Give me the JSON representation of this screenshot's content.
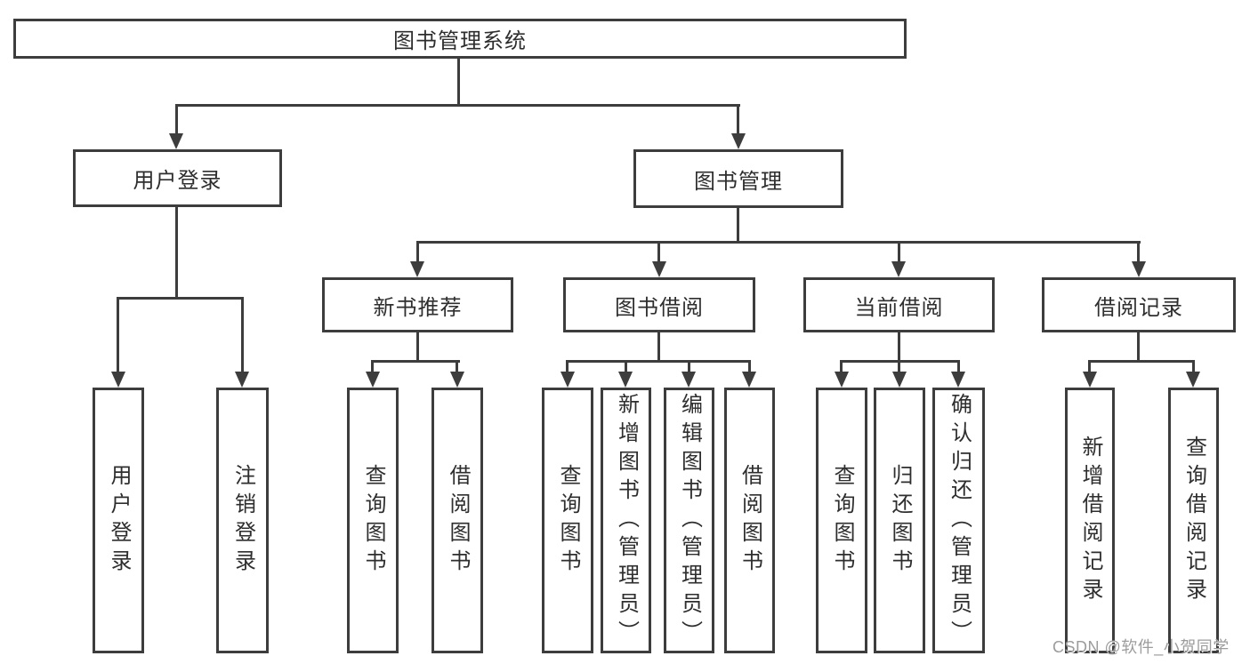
{
  "colors": {
    "background": "#ffffff",
    "line": "#3d3d3d",
    "box_border": "#3d3d3d",
    "text": "#2e2e2e",
    "watermark": "#9c9c9c"
  },
  "diagram": {
    "root": {
      "label": "图书管理系统"
    },
    "branches": [
      {
        "label": "用户登录",
        "leaves": [
          {
            "label": "用户登录"
          },
          {
            "label": "注销登录"
          }
        ]
      },
      {
        "label": "图书管理",
        "sections": [
          {
            "label": "新书推荐",
            "leaves": [
              {
                "label": "查询图书"
              },
              {
                "label": "借阅图书"
              }
            ]
          },
          {
            "label": "图书借阅",
            "leaves": [
              {
                "label": "查询图书"
              },
              {
                "label": "新增图书（管理员）"
              },
              {
                "label": "编辑图书（管理员）"
              },
              {
                "label": "借阅图书"
              }
            ]
          },
          {
            "label": "当前借阅",
            "leaves": [
              {
                "label": "查询图书"
              },
              {
                "label": "归还图书"
              },
              {
                "label": "确认归还（管理员）"
              }
            ]
          },
          {
            "label": "借阅记录",
            "leaves": [
              {
                "label": "新增借阅记录"
              },
              {
                "label": "查询借阅记录"
              }
            ]
          }
        ]
      }
    ]
  },
  "watermark": {
    "text": "CSDN @软件_小贺同学"
  }
}
